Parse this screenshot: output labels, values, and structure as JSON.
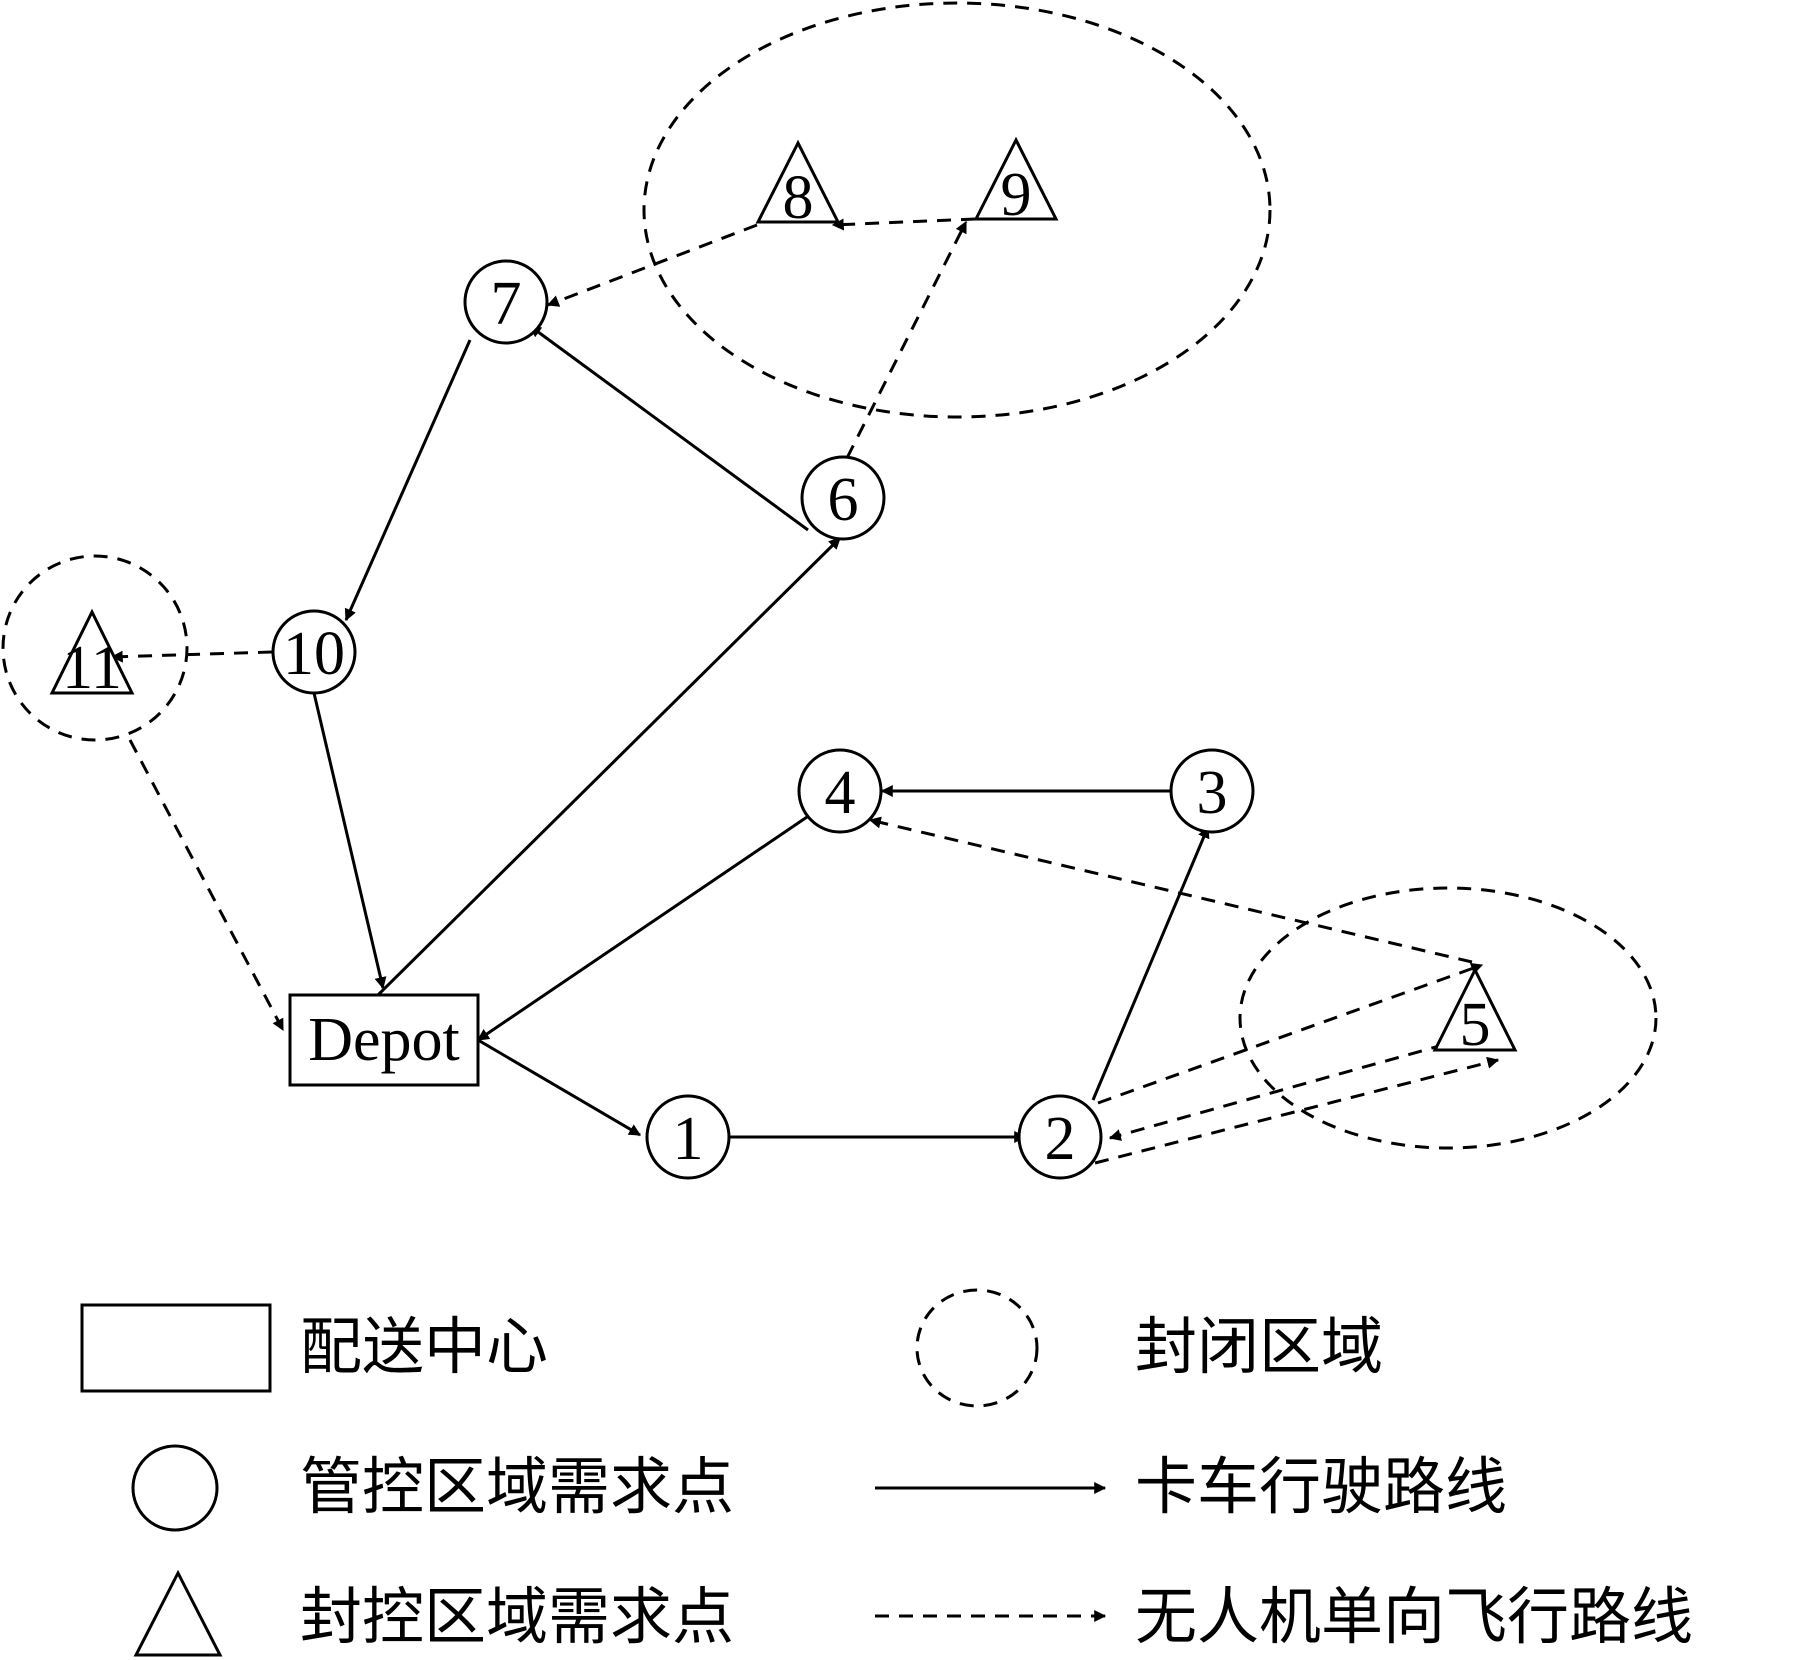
{
  "nodes": {
    "depot": "Depot",
    "n1": "1",
    "n2": "2",
    "n3": "3",
    "n4": "4",
    "n5": "5",
    "n6": "6",
    "n7": "7",
    "n8": "8",
    "n9": "9",
    "n10": "10",
    "n11": "11"
  },
  "legend": {
    "depot": "配送中心",
    "closed_area": "封闭区域",
    "controlled_point": "管控区域需求点",
    "truck_route": "卡车行驶路线",
    "sealed_point": "封控区域需求点",
    "drone_route": "无人机单向飞行路线"
  }
}
